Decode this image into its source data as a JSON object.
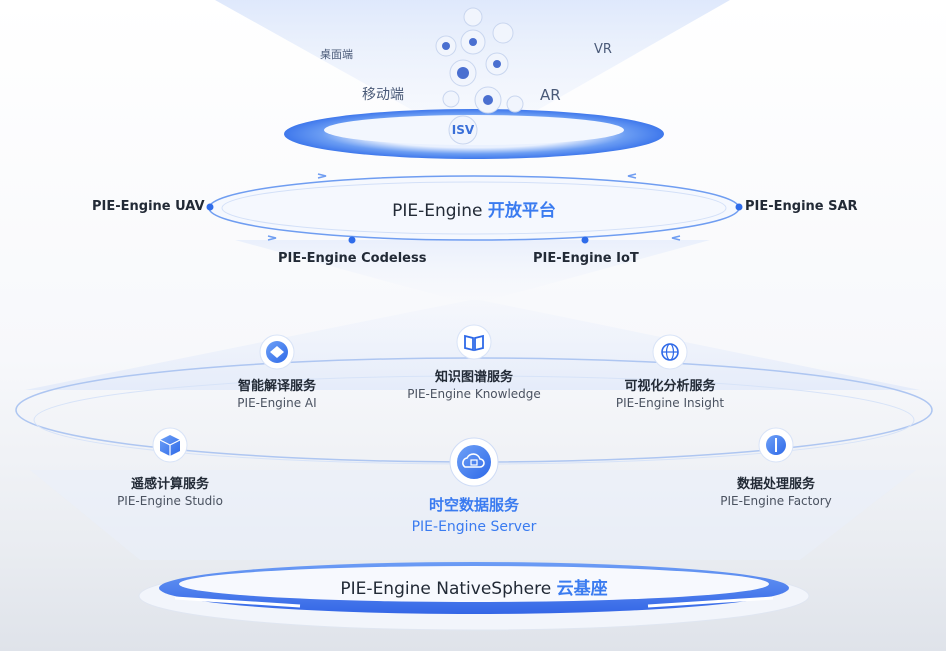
{
  "top": {
    "desktop": "桌面端",
    "vr": "VR",
    "mobile": "移动端",
    "ar": "AR",
    "isv": "ISV"
  },
  "platform": {
    "title_en": "PIE-Engine",
    "title_cn": "开放平台",
    "uav": "PIE-Engine UAV",
    "sar": "PIE-Engine SAR",
    "codeless": "PIE-Engine Codeless",
    "iot": "PIE-Engine IoT"
  },
  "services": [
    {
      "cn": "智能解译服务",
      "en": "PIE-Engine AI"
    },
    {
      "cn": "知识图谱服务",
      "en": "PIE-Engine Knowledge"
    },
    {
      "cn": "可视化分析服务",
      "en": "PIE-Engine Insight"
    },
    {
      "cn": "遥感计算服务",
      "en": "PIE-Engine Studio"
    },
    {
      "cn": "时空数据服务",
      "en": "PIE-Engine Server"
    },
    {
      "cn": "数据处理服务",
      "en": "PIE-Engine Factory"
    }
  ],
  "base": {
    "title_en": "PIE-Engine NativeSphere",
    "title_cn": "云基座"
  },
  "colors": {
    "accent": "#3a7bf0",
    "text": "#222a36",
    "ring": "#4d86f0"
  },
  "icons": [
    "smart-interpret-icon",
    "book-icon",
    "globe-icon",
    "cube-icon",
    "cloud-server-icon",
    "data-process-icon"
  ]
}
